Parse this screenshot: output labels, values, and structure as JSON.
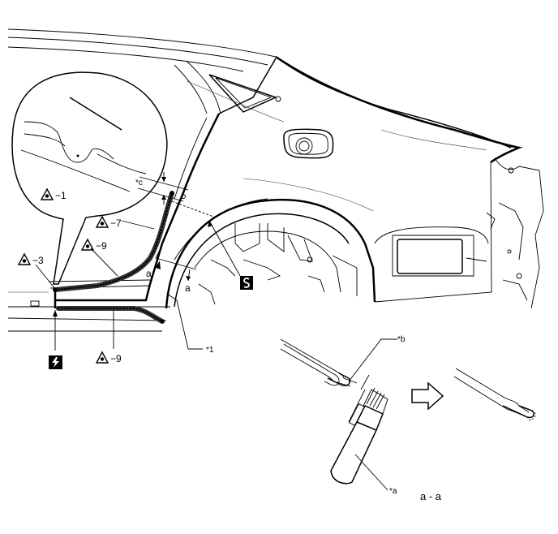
{
  "labels": {
    "callout_1": "−1",
    "callout_3": "−3",
    "callout_7": "−7",
    "callout_9_upper": "−9",
    "callout_9_lower": "−9",
    "ref_a": "*a",
    "ref_b": "*b",
    "ref_c": "*c",
    "ref_1": "*1",
    "section_a_left": "a",
    "section_a_right": "a",
    "section_view": "a - a"
  },
  "icons": {
    "callout_symbol": "tightening-torque-icon",
    "lightning_symbol": "lightning-icon",
    "s_symbol": "s-curve-icon"
  },
  "colors": {
    "line": "#000000",
    "sealer": "#333333",
    "background": "#ffffff"
  }
}
